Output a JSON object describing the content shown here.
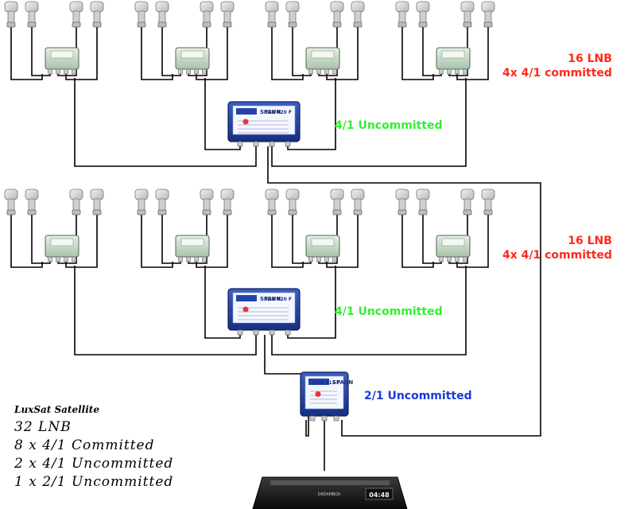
{
  "labels": {
    "top_lnb_count": "16 LNB",
    "top_committed": "4x 4/1 committed",
    "top_uncommitted": "4/1 Uncommitted",
    "mid_lnb_count": "16 LNB",
    "mid_committed": "4x 4/1 committed",
    "mid_uncommitted": "4/1 Uncommitted",
    "bottom_uncommitted": "2/1 Uncommitted"
  },
  "switch_text": {
    "brand": "SPAUN",
    "model_41": "SUR 420 F",
    "model_21": "SUR 211 F"
  },
  "receiver": {
    "brand": "DREAMBOX",
    "display": "04:48"
  },
  "summary": {
    "brand": "LuxSat Satellite",
    "lines": [
      "32 LNB",
      "8 x 4/1 Committed",
      "2 x 4/1 Uncommitted",
      "1 x 2/1 Uncommitted"
    ]
  },
  "colors": {
    "committed_label": "#ff2a1a",
    "uncommitted_41_label": "#33ee33",
    "uncommitted_21_label": "#1a3ad8",
    "switch_body": "#2244aa",
    "diseqc_body": "#c8dcc8",
    "lnb_body": "#d8d8d8"
  }
}
